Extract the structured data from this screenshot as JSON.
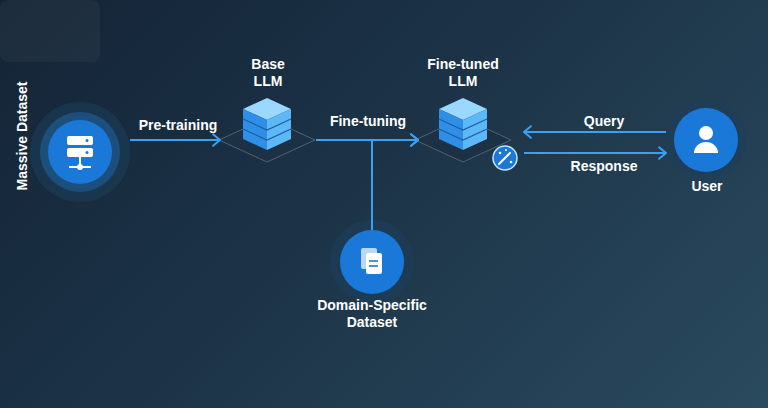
{
  "diagram": {
    "nodes": [
      {
        "text": [
          "Massive Dataset"
        ]
      },
      {
        "text": [
          "Base LLM"
        ]
      },
      {
        "text": [
          "Fine-tuned LLM"
        ]
      },
      {
        "text": [
          "Domain-Specific Dataset"
        ]
      },
      {
        "text": [
          "User"
        ]
      }
    ],
    "edges": [
      {
        "from": 0,
        "to": 1,
        "arrow": "to",
        "label": "Pre-training"
      },
      {
        "from": 1,
        "to": 2,
        "arrow": "to",
        "label": "Fine-tuning"
      },
      {
        "from": 3,
        "to": 2,
        "arrow": "to"
      },
      {
        "from": 4,
        "to": 2,
        "arrow": "to",
        "label": "Query"
      },
      {
        "from": 2,
        "to": 4,
        "arrow": "to",
        "label": "Response"
      }
    ]
  }
}
